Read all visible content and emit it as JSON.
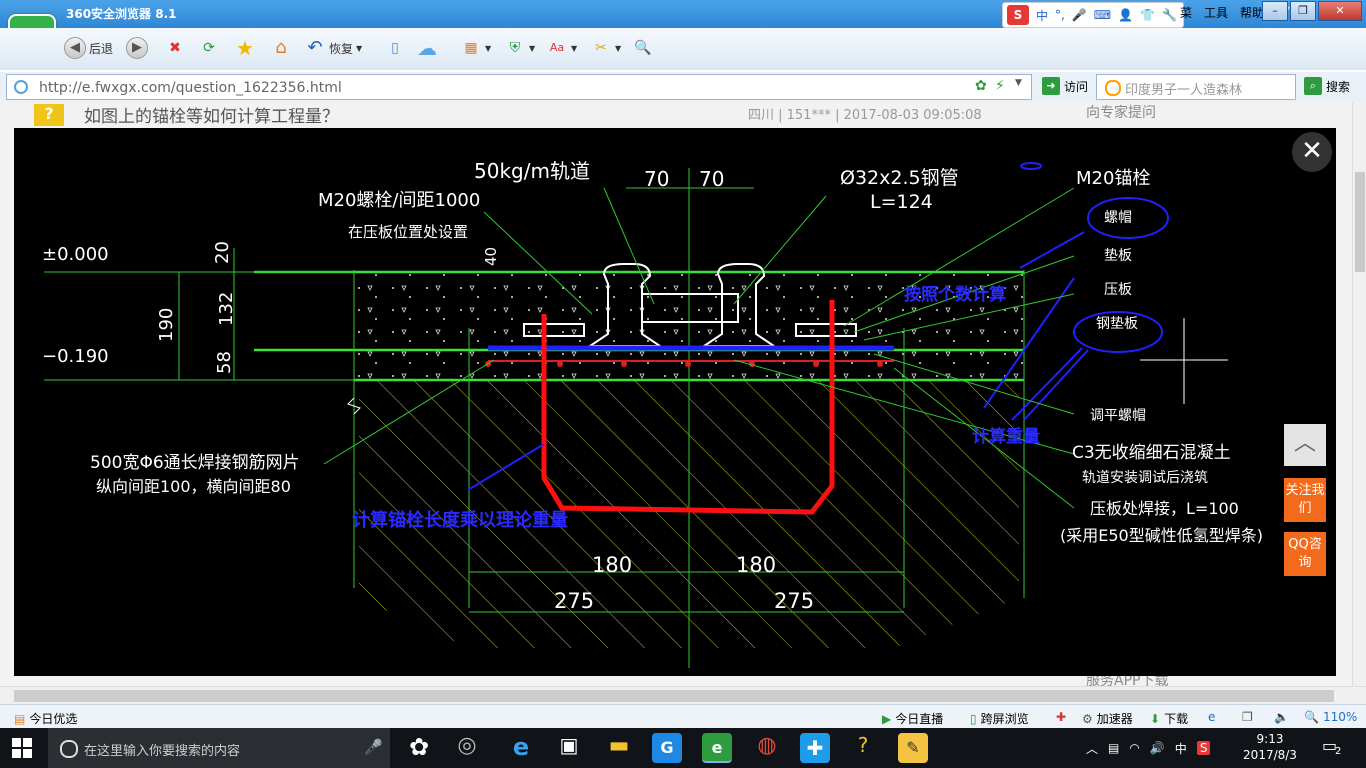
{
  "browser": {
    "title": "360安全浏览器 8.1",
    "menu": [
      "菜",
      "工具",
      "帮助"
    ],
    "ime": {
      "lang": "中",
      "punct": "°,"
    },
    "toolbar": {
      "back_label": "后退",
      "restore_label": "恢复"
    },
    "address": {
      "url": "http://e.fwxgx.com/question_1622356.html",
      "go_label": "访问"
    },
    "search": {
      "placeholder": "印度男子一人造森林",
      "button_label": "搜索"
    }
  },
  "page": {
    "question_title": "如图上的锚栓等如何计算工程量？",
    "meta": "四川 | 151*** | 2017-08-03 09:05:08",
    "side_top_text": "向专家提问",
    "side_bottom_text": "服务APP下载",
    "side_buttons": {
      "follow": "关注我们",
      "qq": "QQ咨询"
    }
  },
  "drawing": {
    "rail_label": "50kg/m轨道",
    "dim_70a": "70",
    "dim_70b": "70",
    "pipe_label": "Ø32x2.5钢管",
    "pipe_length": "L=124",
    "anchor_label": "M20锚栓",
    "bolt_label": "M20螺栓/间距1000",
    "bolt_note": "在压板位置处设置",
    "elev_top": "±0.000",
    "elev_bottom": "−0.190",
    "dim_20": "20",
    "dim_40": "40",
    "dim_132": "132",
    "dim_190": "190",
    "dim_58": "58",
    "nut": "螺帽",
    "washer": "垫板",
    "clamp_plate": "压板",
    "steel_pad": "钢垫板",
    "level_nut": "调平螺帽",
    "concrete": "C3无收缩细石混凝土",
    "concrete_note": "轨道安装调试后浇筑",
    "weld": "压板处焊接，L=100",
    "weld_note": "(采用E50型碱性低氢型焊条)",
    "mesh": "500宽Φ6通长焊接钢筋网片",
    "mesh_note": "纵向间距100，横向间距80",
    "dim_180a": "180",
    "dim_180b": "180",
    "dim_275a": "275",
    "dim_275b": "275",
    "annot_count": "按照个数计算",
    "annot_calc": "计算重量",
    "annot_anchor": "计算锚栓长度乘以理论重量"
  },
  "statusbar": {
    "left": "今日优选",
    "live": "今日直播",
    "cross": "跨屏浏览",
    "accel": "加速器",
    "download": "下载",
    "zoom": "110%"
  },
  "taskbar": {
    "search_placeholder": "在这里输入你要搜索的内容",
    "time": "9:13",
    "date": "2017/8/3",
    "lang": "中",
    "notif_count": "2"
  }
}
